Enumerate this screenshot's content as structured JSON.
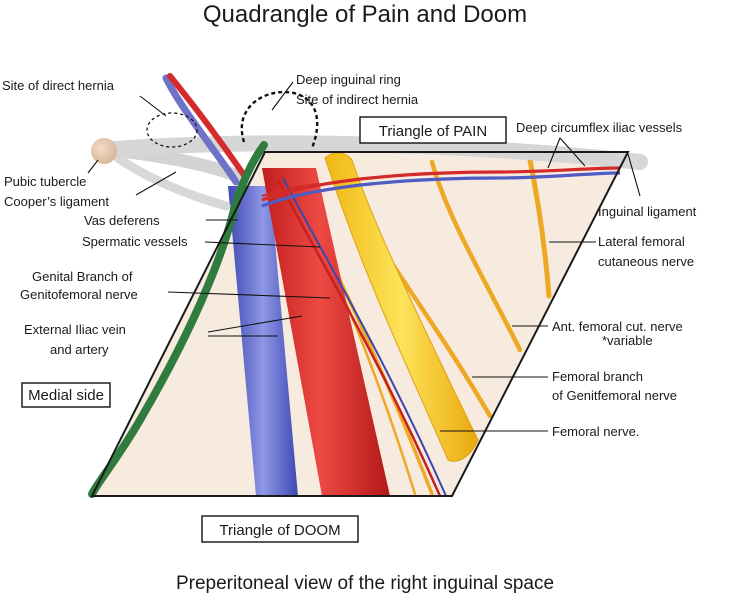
{
  "title": "Quadrangle of Pain and Doom",
  "caption": "Preperitoneal view of the right inguinal space",
  "boxes": {
    "triangle_pain": "Triangle of PAIN",
    "triangle_doom": "Triangle of DOOM",
    "medial_side": "Medial side"
  },
  "labels": {
    "site_direct_hernia": "Site of direct hernia",
    "deep_inguinal_ring": "Deep inguinal  ring",
    "site_indirect_hernia": "Site of indirect hernia",
    "deep_circumflex": "Deep circumflex iliac vessels",
    "pubic_tubercle": "Pubic tubercle",
    "coopers_ligament": "Cooper’s ligament",
    "inguinal_ligament": "Inguinal ligament",
    "vas_deferens": "Vas deferens",
    "spermatic_vessels": "Spermatic vessels",
    "lateral_femoral_1": "Lateral femoral",
    "lateral_femoral_2": "cutaneous nerve",
    "genital_branch_1": "Genital Branch of",
    "genital_branch_2": "Genitofemoral nerve",
    "external_iliac_1": "External Iliac vein",
    "external_iliac_2": "and artery",
    "ant_femoral": "Ant. femoral cut. nerve",
    "variable": "*variable",
    "femoral_branch_1": "Femoral branch",
    "femoral_branch_2": "of Genitfemoral nerve",
    "femoral_nerve": "Femoral nerve."
  },
  "colors": {
    "tissue": "#f7ebe0",
    "vein": "#4f5cc4",
    "artery": "#d42a2a",
    "nerve": "#f2c21a",
    "nerve_thin": "#eea823",
    "vas": "#2f7d3e",
    "ligament": "#d3d3d3",
    "tubercle": "#e8cdb6"
  }
}
